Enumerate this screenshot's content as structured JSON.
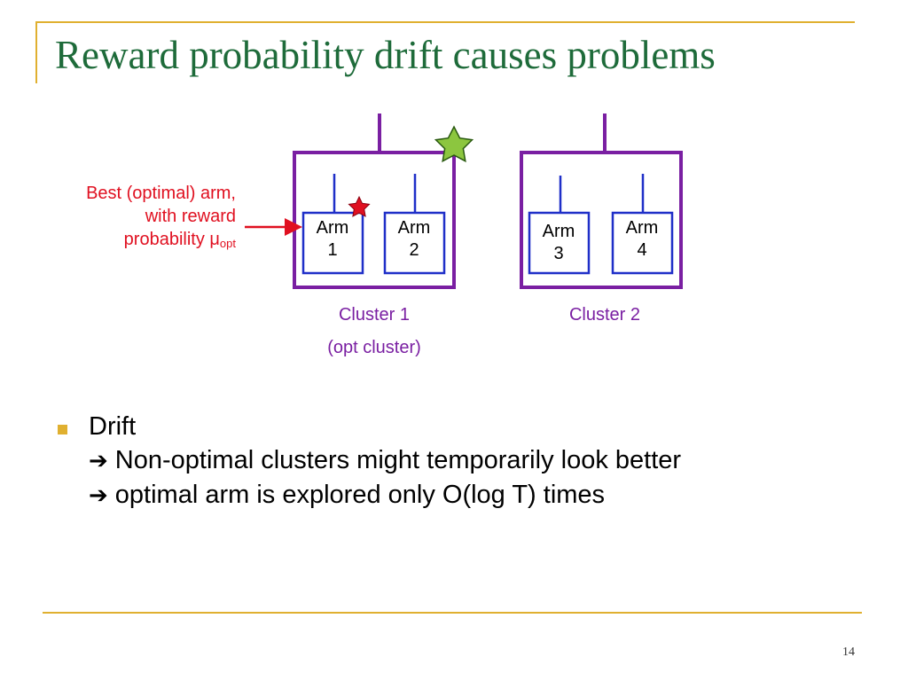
{
  "title": "Reward probability drift causes problems",
  "diagram": {
    "clusters": [
      {
        "label": "Cluster 1",
        "sublabel": "(opt  cluster)",
        "arms": [
          {
            "line1": "Arm",
            "line2": "1"
          },
          {
            "line1": "Arm",
            "line2": "2"
          }
        ]
      },
      {
        "label": "Cluster 2",
        "arms": [
          {
            "line1": "Arm",
            "line2": "3"
          },
          {
            "line1": "Arm",
            "line2": "4"
          }
        ]
      }
    ],
    "annotation": {
      "line1": "Best (optimal) arm,",
      "line2": "with reward",
      "line3": "probability μ",
      "subscript": "opt"
    },
    "colors": {
      "cluster_border": "#7A1FA2",
      "arm_border": "#1F2FC8",
      "annotation": "#E01020",
      "green_star": "#8CC63F",
      "red_star": "#E01020"
    }
  },
  "bullets": [
    {
      "head": "Drift",
      "arrow_icon": "right-arrow-icon",
      "lines": [
        "Non-optimal clusters might temporarily look better",
        "optimal arm is explored only O(log T) times"
      ]
    }
  ],
  "theme": {
    "title_color": "#1E6B3A",
    "accent_rule": "#E0B030"
  },
  "page_number": "14"
}
